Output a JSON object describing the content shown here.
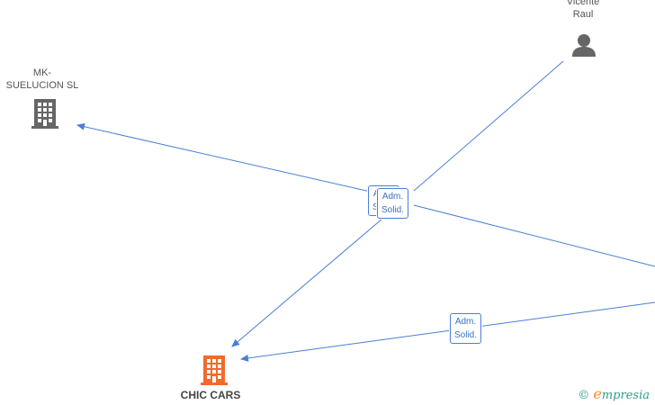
{
  "nodes": {
    "person": {
      "label_line1": "Vicente",
      "label_line2": "Raul",
      "icon": "person-icon",
      "color": "#666666"
    },
    "mk": {
      "label_line1": "MK-",
      "label_line2": "SUELUCION SL",
      "icon": "building-icon",
      "color": "#666666"
    },
    "chic": {
      "label": "CHIC CARS",
      "icon": "building-icon",
      "color": "#f26a2e"
    }
  },
  "edge_labels": {
    "back": {
      "line1": "Adm.",
      "line2": "Solid."
    },
    "front": {
      "line1": "Adm.",
      "line2": "Solid."
    },
    "lower": {
      "line1": "Adm.",
      "line2": "Solid."
    }
  },
  "edge_color": "#4a7fd4",
  "watermark": {
    "copyright": "©",
    "brand_initial": "e",
    "brand_rest": "mpresia"
  }
}
